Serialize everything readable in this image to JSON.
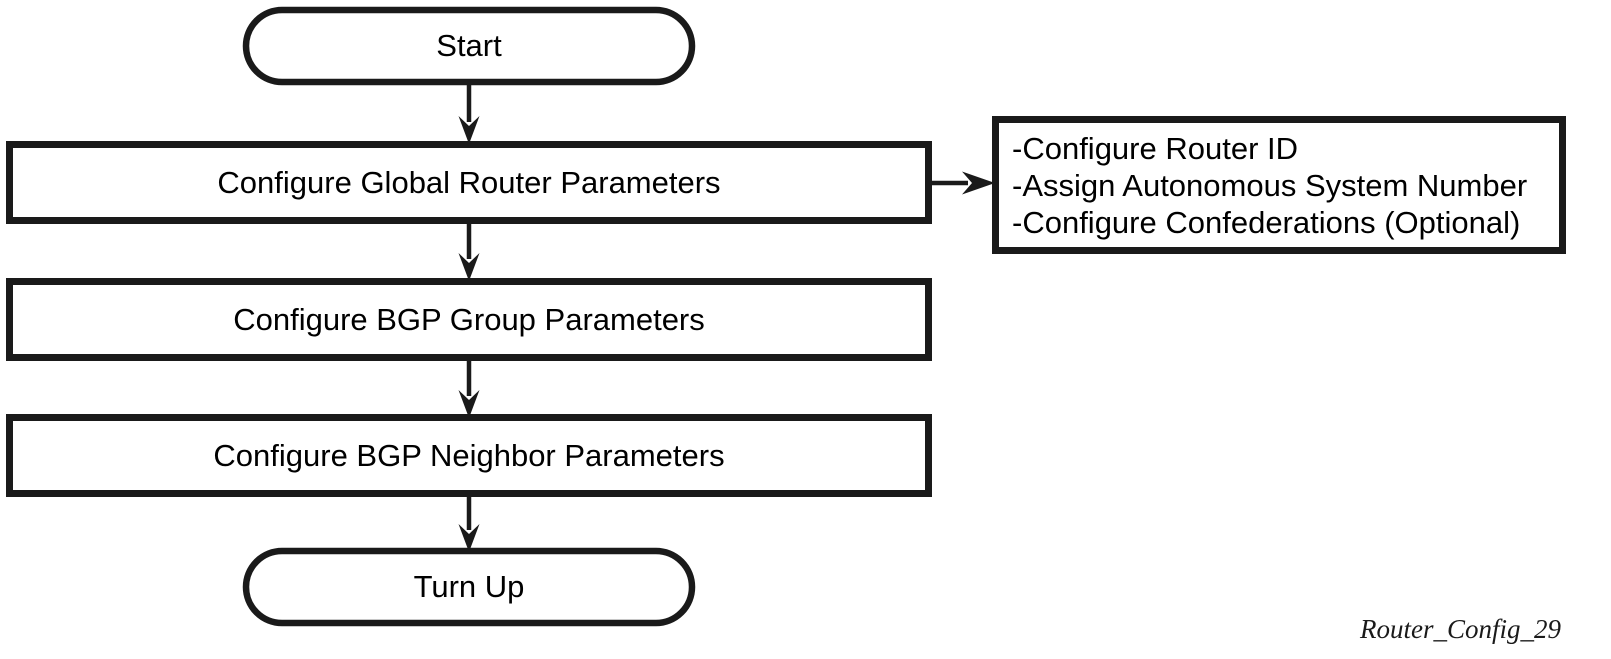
{
  "diagram": {
    "type": "flowchart",
    "orientation": "top-to-bottom",
    "caption": "Router_Config_29",
    "colors": {
      "stroke": "#1a1a1a",
      "fill": "#ffffff",
      "text": "#000000"
    },
    "nodes": [
      {
        "id": "start",
        "shape": "terminator",
        "label": "Start"
      },
      {
        "id": "global-params",
        "shape": "process",
        "label": "Configure Global Router Parameters"
      },
      {
        "id": "group-params",
        "shape": "process",
        "label": "Configure BGP Group Parameters"
      },
      {
        "id": "neighbor-params",
        "shape": "process",
        "label": "Configure BGP Neighbor Parameters"
      },
      {
        "id": "turn-up",
        "shape": "terminator",
        "label": "Turn Up"
      }
    ],
    "note": {
      "id": "global-params-note",
      "shape": "rectangle",
      "attached_to": "global-params",
      "lines": [
        "-Configure Router ID",
        "-Assign Autonomous System Number",
        "-Configure Confederations (Optional)"
      ]
    },
    "edges": [
      {
        "from": "start",
        "to": "global-params",
        "direction": "down"
      },
      {
        "from": "global-params",
        "to": "group-params",
        "direction": "down"
      },
      {
        "from": "group-params",
        "to": "neighbor-params",
        "direction": "down"
      },
      {
        "from": "neighbor-params",
        "to": "turn-up",
        "direction": "down"
      },
      {
        "from": "global-params",
        "to": "global-params-note",
        "direction": "right"
      }
    ]
  }
}
